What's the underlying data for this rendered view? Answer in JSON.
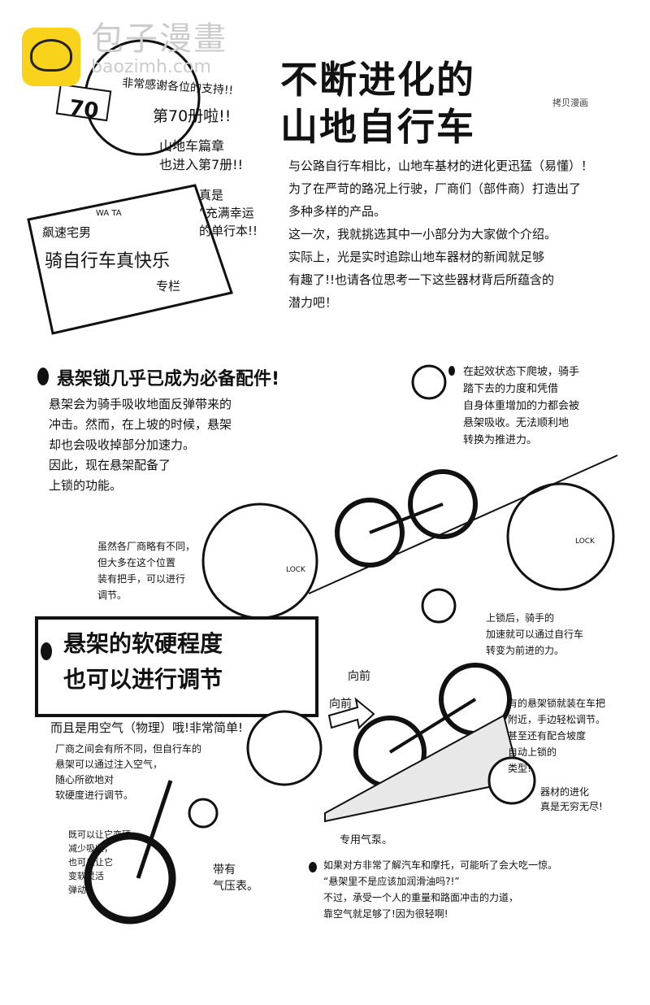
{
  "watermark": {
    "brand": "包子漫畫",
    "domain": "baozimh.com",
    "logo_color": "#f9d21c"
  },
  "header": {
    "title_line1": "不断进化的",
    "title_line2": "山地自行车",
    "credit": "拷贝漫画"
  },
  "mascot": {
    "cap_number": "70",
    "shirt": "WA TA",
    "thanks": "非常感谢各位的支持!!",
    "volume": "第70册啦!!",
    "chapter": "山地车篇章\n也进入第7册!!",
    "lucky": "真是\n“充满幸运\n的单行本!!",
    "sign_small": "飙速宅男",
    "sign_big": "骑自行车真快乐",
    "sign_column": "专栏"
  },
  "intro": "与公路自行车相比，山地车基材的进化更迅猛（易懂）！\n为了在严苛的路况上行驶，厂商们（部件商）打造出了\n多种多样的产品。\n这一次，我就挑选其中一小部分为大家做个介绍。\n实际上，光是实时追踪山地车器材的新闻就足够\n有趣了!!也请各位思考一下这些器材背后所蕴含的\n潜力吧！",
  "section1": {
    "heading": "悬架锁几乎已成为必备配件!",
    "body": "悬架会为骑手吸收地面反弹带来的\n冲击。然而，在上坡的时候，悬架\n却也会吸收掉部分加速力。\n因此，现在悬架配备了\n上锁的功能。",
    "note_climb": "在起效状态下爬坡，骑手\n踏下去的力度和凭借\n自身体重增加的力都会被\n悬架吸收。无法顺利地\n转换为推进力。",
    "note_lever": "虽然各厂商略有不同，\n但大多在这个位置\n装有把手，可以进行\n调节。",
    "lock_label": "LOCK",
    "note_locked": "上锁后，骑手的\n加速就可以通过自行车\n转变为前进的力。"
  },
  "section2": {
    "heading": "悬架的软硬程度\n也可以进行调节",
    "air": "而且是用空气（物理）哦!非常简单!",
    "body": "厂商之间会有所不同，但自行车的\n悬架可以通过注入空气，\n随心所欲地对\n软硬度进行调节。",
    "forward1": "向前",
    "forward2": "向前",
    "note_handlebar": "有的悬架锁就装在车把\n附近，手边轻松调节。\n甚至还有配合坡度\n自动上锁的\n类型!",
    "evolution": "器材的进化\n真是无穷无尽!",
    "note_soft": "既可以让它变硬\n减少吸收，\n也可以让它\n变软灵活\n弹动。",
    "gauge": "带有\n气压表。",
    "pump": "专用气泵。",
    "closing": "如果对方非常了解汽车和摩托，可能听了会大吃一惊。\n“悬架里不是应该加润滑油吗?!”\n不过，承受一个人的重量和路面冲击的力道，\n靠空气就足够了!因为很轻啊!"
  }
}
